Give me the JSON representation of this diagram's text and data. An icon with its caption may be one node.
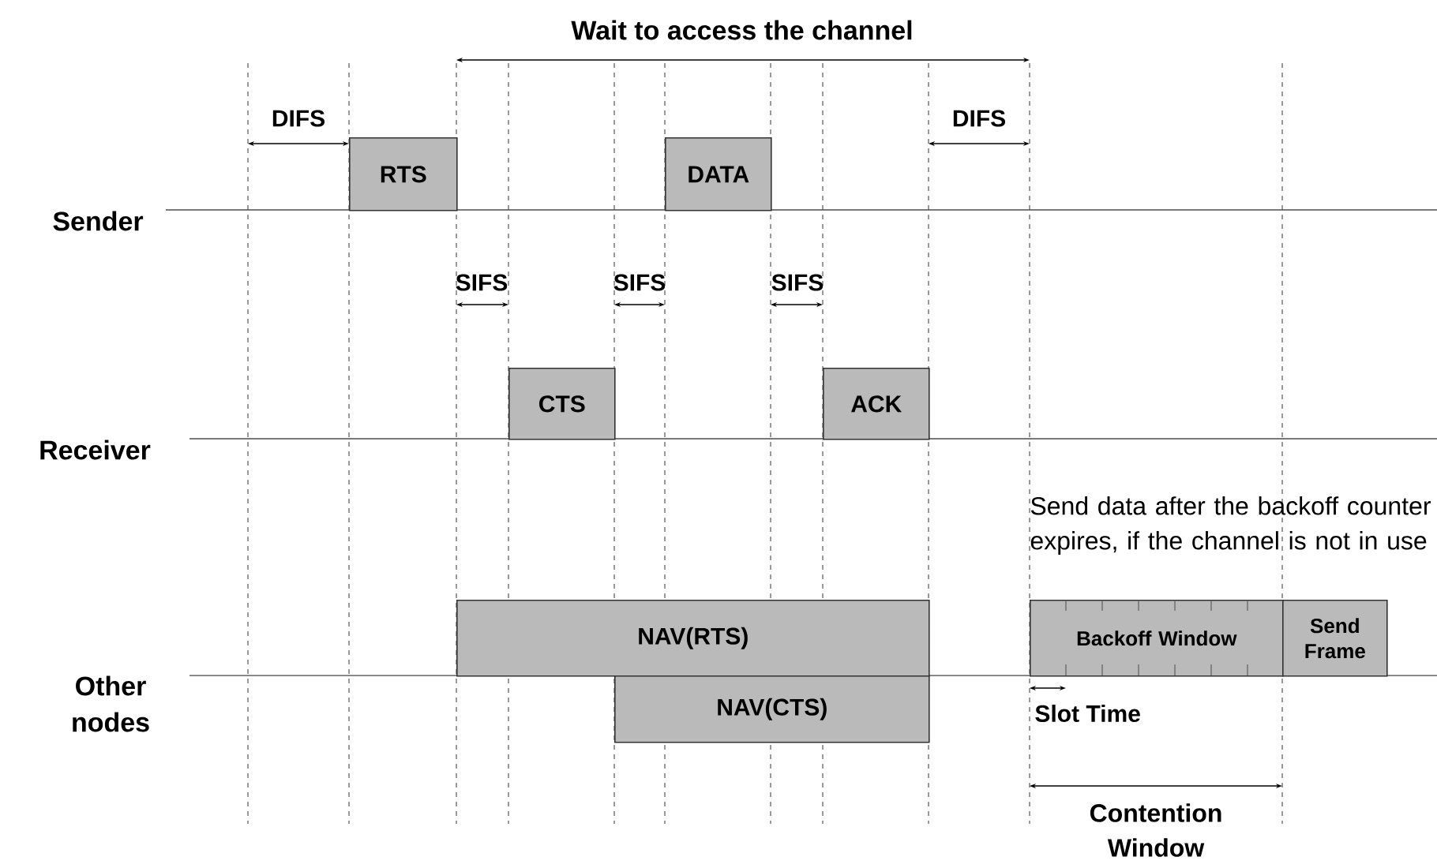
{
  "diagram": {
    "nodes": [
      {
        "text": [
          "RTS"
        ]
      },
      {
        "text": [
          "DATA"
        ]
      },
      {
        "text": [
          "CTS"
        ]
      },
      {
        "text": [
          "ACK"
        ]
      },
      {
        "text": [
          "NAV(RTS)"
        ]
      },
      {
        "text": [
          "Backoff Window"
        ]
      },
      {
        "text": [
          "Send Frame"
        ]
      },
      {
        "text": [
          "NAV(CTS)"
        ]
      }
    ],
    "edges": [],
    "labels": [
      "Wait to access the channel",
      "DIFS",
      "DIFS",
      "Sender",
      "SIFS",
      "SIFS",
      "SIFS",
      "Receiver",
      "Send data after the backoff counter expires, if the channel is not in use",
      "Other nodes",
      "Slot Time",
      "Contention Window"
    ]
  }
}
